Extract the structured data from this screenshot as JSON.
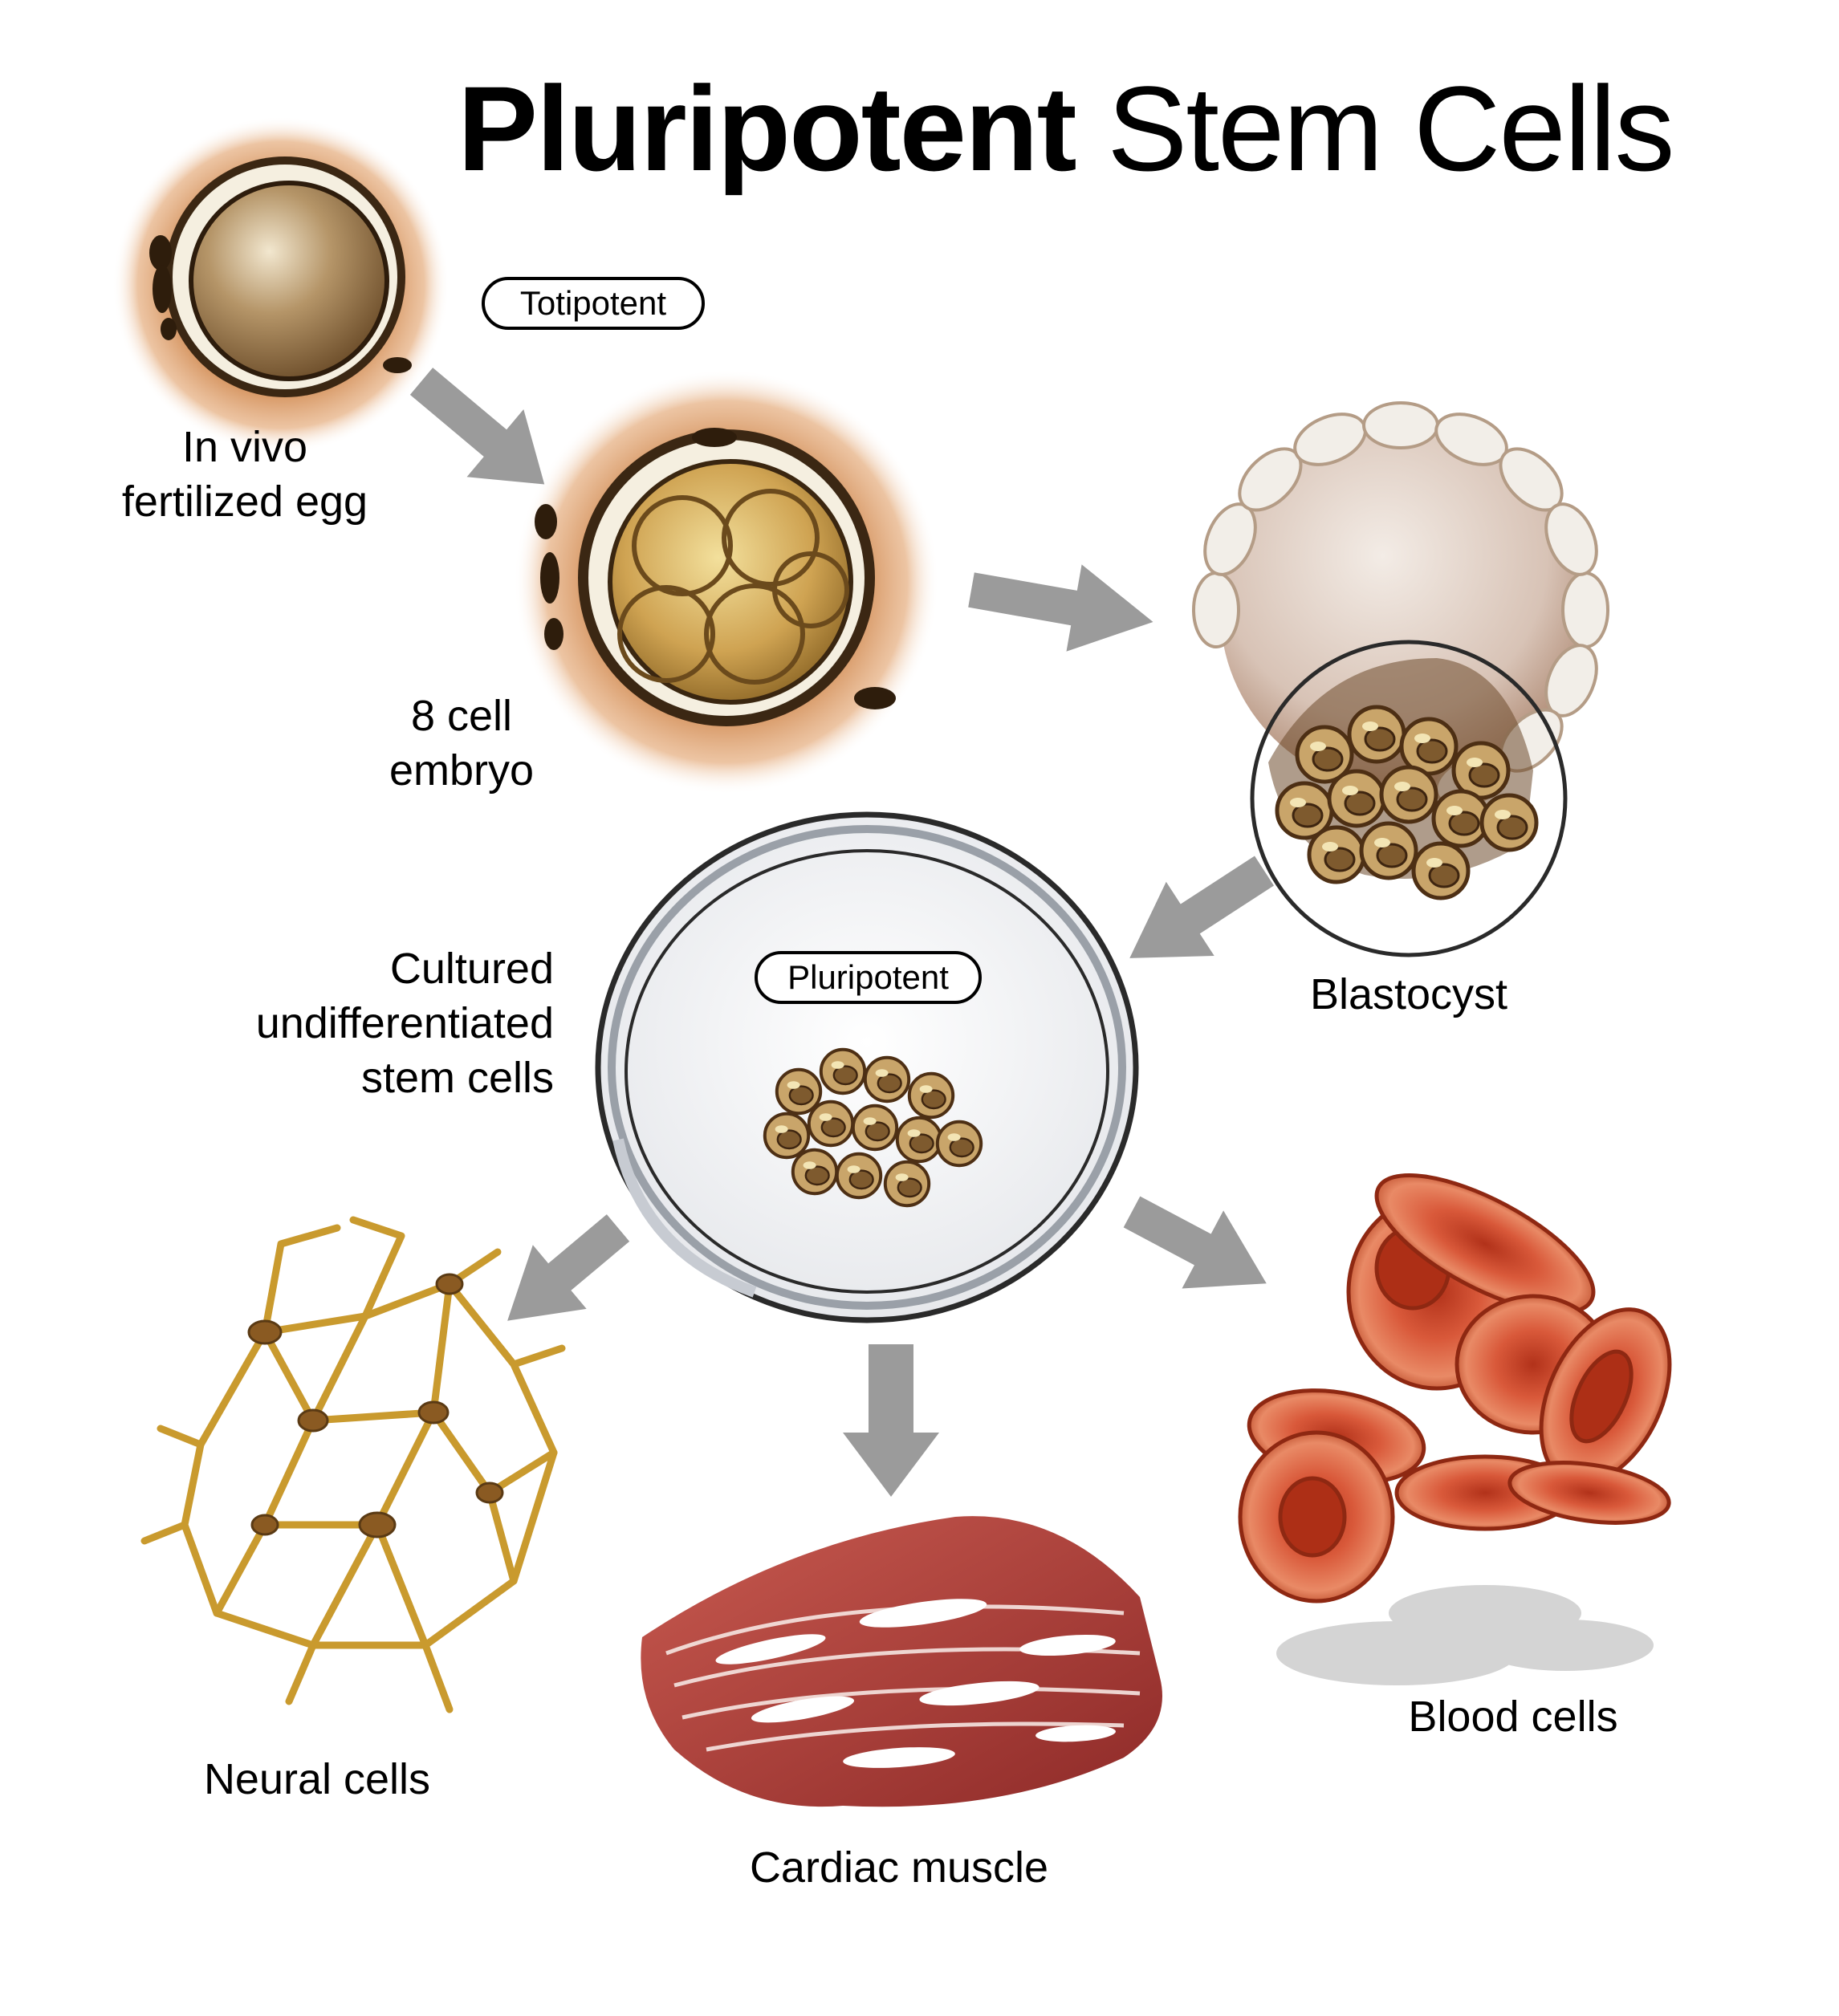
{
  "title": {
    "bold": "Pluripotent",
    "regular": "Stem Cells"
  },
  "badges": {
    "totipotent": "Totipotent",
    "pluripotent": "Pluripotent"
  },
  "labels": {
    "egg": [
      "In vivo",
      "fertilized egg"
    ],
    "embryo": [
      "8 cell",
      "embryo"
    ],
    "blastocyst": "Blastocyst",
    "cultured": [
      "Cultured",
      "undifferentiated",
      "stem cells"
    ],
    "neural": "Neural cells",
    "cardiac": "Cardiac muscle",
    "blood": "Blood cells"
  }
}
